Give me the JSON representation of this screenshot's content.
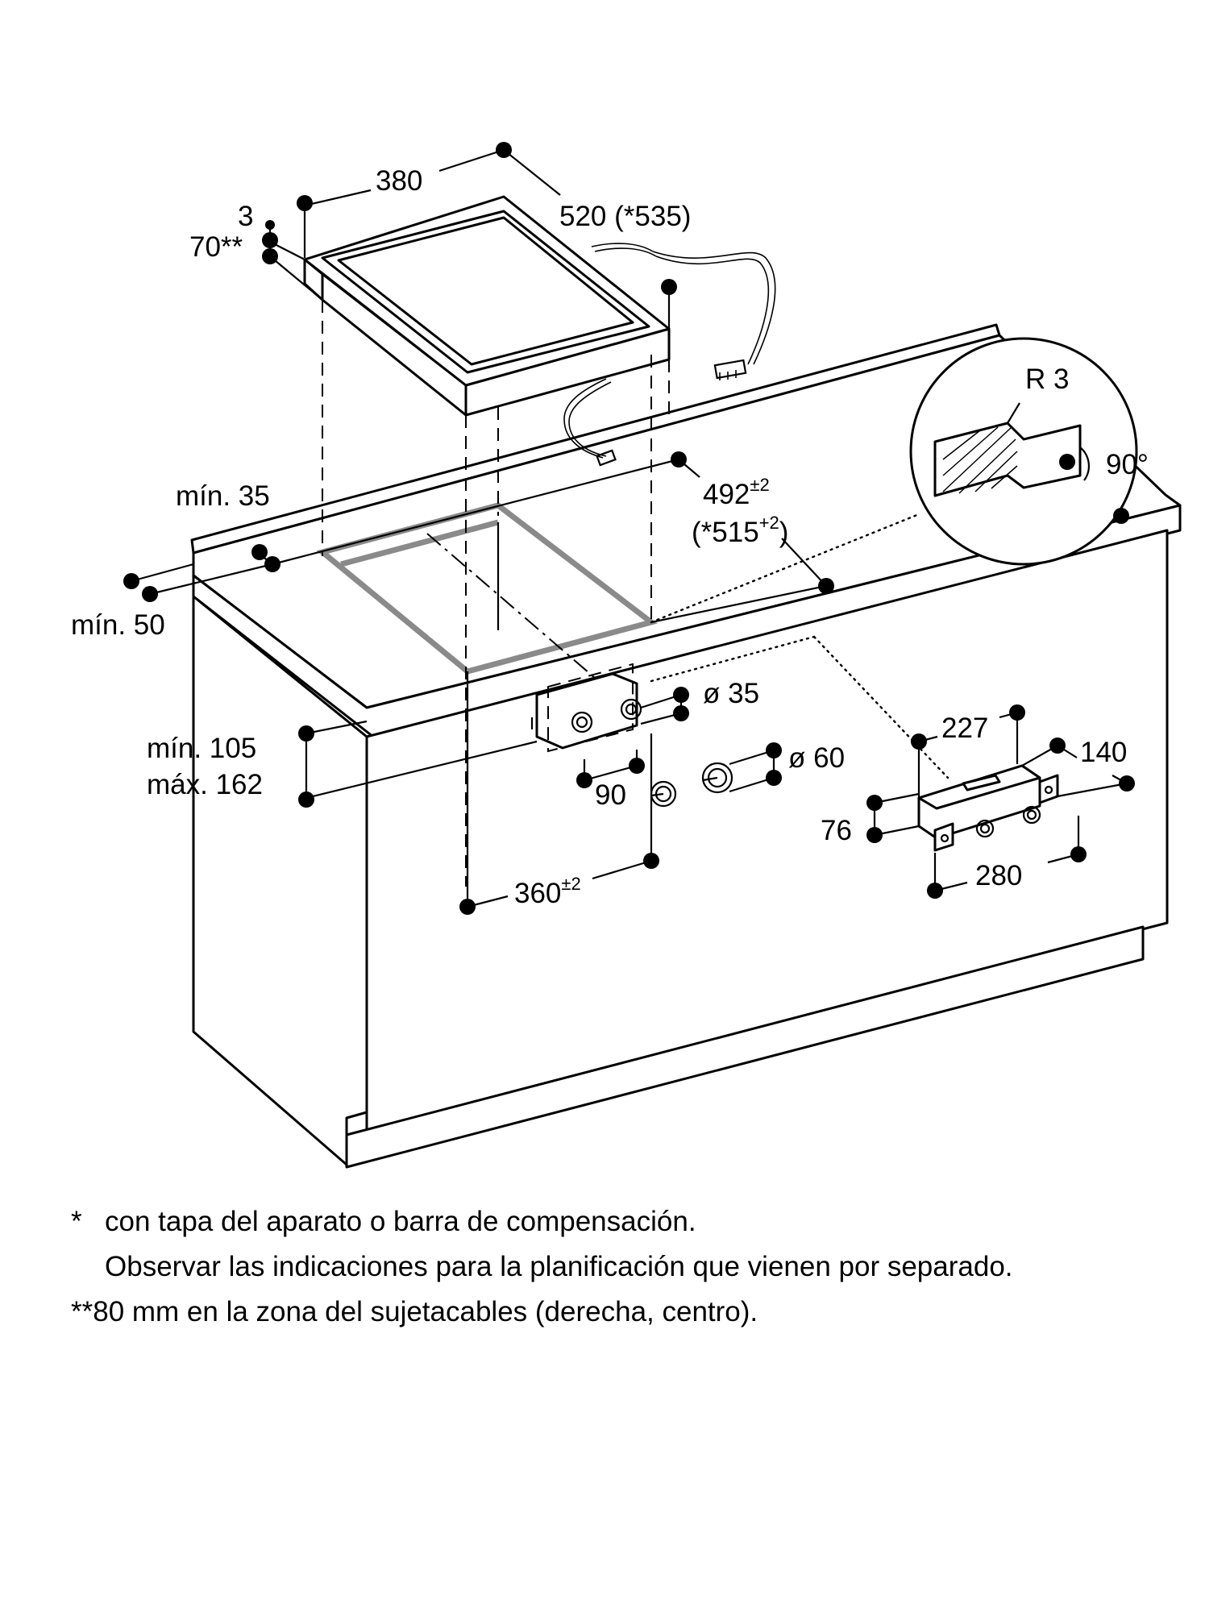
{
  "dimensions": {
    "width_380": "380",
    "depth_520": "520 (*535)",
    "thickness_3": "3",
    "height_70": "70**",
    "min_35": "mín. 35",
    "min_50": "mín. 50",
    "cut_492": "492",
    "cut_492_tol": "±2",
    "cut_515_open": "(*515",
    "cut_515_tol": "+2",
    "cut_515_close": ")",
    "radius": "R 3",
    "angle": "90°",
    "hole_35": "ø 35",
    "hole_60": "ø 60",
    "spacing_90": "90",
    "min_105": "mín. 105",
    "max_162": "máx. 162",
    "cut_360": "360",
    "cut_360_tol": "±2",
    "box_227": "227",
    "box_140": "140",
    "box_76": "76",
    "box_280": "280"
  },
  "notes": {
    "line1_mark": "*",
    "line1_text": "con tapa del aparato o barra de compensación.",
    "line2_text": "Observar las indicaciones para la planificación que vienen por separado.",
    "line3_text": "**80 mm en la zona del sujetacables (derecha, centro)."
  }
}
